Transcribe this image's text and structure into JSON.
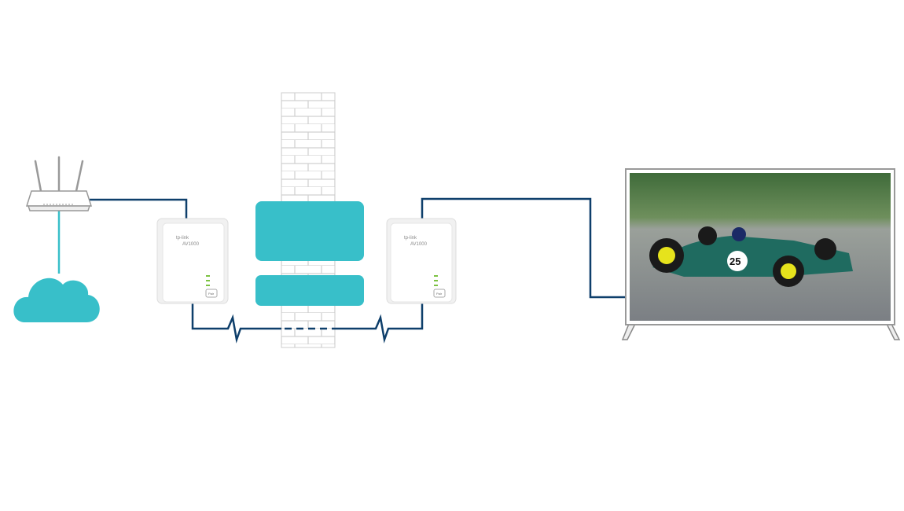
{
  "adapter_left": {
    "brand": "tp-link",
    "model": "AV1000",
    "button": "Pair"
  },
  "adapter_right": {
    "brand": "tp-link",
    "model": "AV1000",
    "button": "Pair"
  },
  "tv": {
    "car_number": "25"
  },
  "colors": {
    "line": "#0e3f6b",
    "teal": "#38bfc9",
    "brick": "#d6d6d6"
  }
}
